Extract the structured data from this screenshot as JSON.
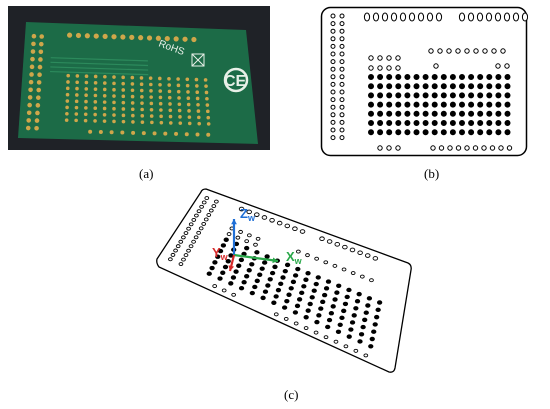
{
  "captions": {
    "a": "(a)",
    "b": "(b)",
    "c": "(c)"
  },
  "photo_labels": {
    "rohs": "RoHS",
    "ce": "CE"
  },
  "axes": {
    "x": "X",
    "y": "Y",
    "z": "Z",
    "subscript": "w"
  },
  "colors": {
    "background_dark": "#1f2227",
    "pcb_green": "#1c6b47",
    "pcb_green_light": "#2c8a5c",
    "pad_gold": "#cfa64a",
    "x_axis": "#2aa84a",
    "y_axis": "#d62a2a",
    "z_axis": "#1f6fd6"
  }
}
